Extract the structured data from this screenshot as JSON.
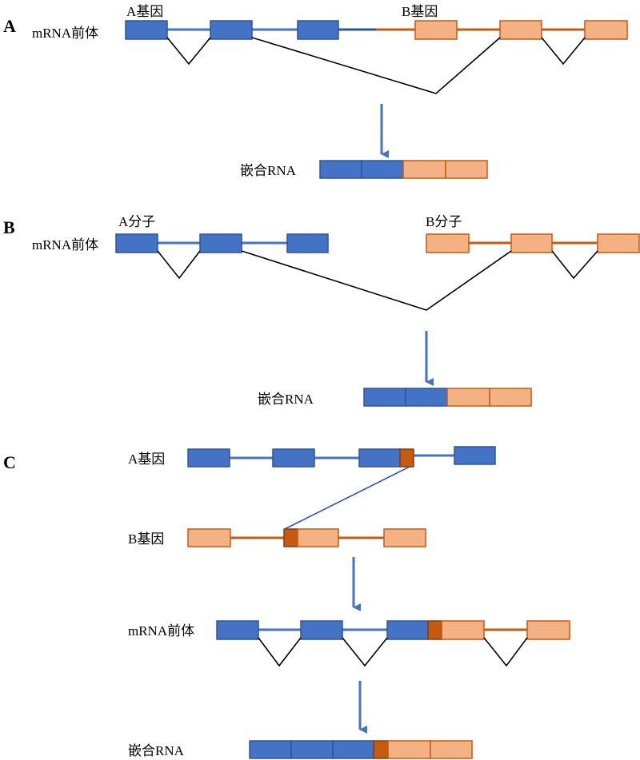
{
  "panels": {
    "a": {
      "letter": "A",
      "premrna_label": "mRNA前体",
      "gene_a_label": "A基因",
      "gene_b_label": "B基因",
      "chimeric_label": "嵌合RNA"
    },
    "b": {
      "letter": "B",
      "premrna_label": "mRNA前体",
      "molecule_a_label": "A分子",
      "molecule_b_label": "B分子",
      "chimeric_label": "嵌合RNA"
    },
    "c": {
      "letter": "C",
      "gene_a_label": "A基因",
      "gene_b_label": "B基因",
      "premrna_label": "mRNA前体",
      "chimeric_label": "嵌合RNA"
    }
  },
  "colors": {
    "blue_exon": "#4472C4",
    "blue_exon_border": "#2F5597",
    "orange_exon": "#F4B183",
    "orange_border": "#C55A11",
    "overlap_exon": "#C55A11",
    "intron_blue": "#4472C4",
    "intron_orange": "#C55A11",
    "arrow": "#4472C4",
    "splice_line": "#000000"
  }
}
